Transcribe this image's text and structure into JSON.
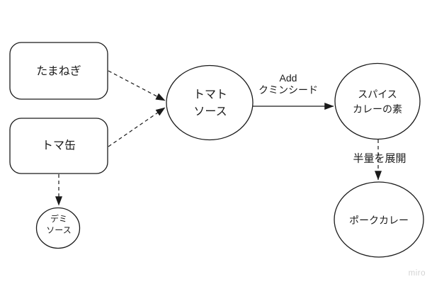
{
  "board": {
    "background_color": "#ffffff",
    "stroke_color": "#1a1a1a",
    "text_color": "#1a1a1a",
    "watermark": {
      "label": "miro",
      "color": "#d2d2d2"
    }
  },
  "nodes": {
    "onion": {
      "shape": "rounded-rect",
      "label": "たまねぎ"
    },
    "tomato_can": {
      "shape": "rounded-rect",
      "label": "トマ缶"
    },
    "demi_sauce": {
      "shape": "circle",
      "line1": "デミ",
      "line2": "ソース"
    },
    "tomato_sauce": {
      "shape": "circle",
      "line1": "トマト",
      "line2": "ソース"
    },
    "spice_curry_base": {
      "shape": "circle",
      "line1": "スパイス",
      "line2": "カレーの素"
    },
    "pork_curry": {
      "shape": "circle",
      "label": "ポークカレー"
    }
  },
  "edges": {
    "onion_to_tomato_sauce": {
      "style": "dashed-arrow",
      "label": ""
    },
    "tomato_can_to_tomato_sauce": {
      "style": "dashed-arrow",
      "label": ""
    },
    "tomato_can_to_demi_sauce": {
      "style": "dashed-arrow",
      "label": ""
    },
    "tomato_sauce_to_spice_curry_base": {
      "style": "solid-arrow",
      "label_line1": "Add",
      "label_line2": "クミンシード"
    },
    "spice_curry_base_to_pork_curry": {
      "style": "dashed-arrow",
      "label": "半量を展開"
    }
  }
}
